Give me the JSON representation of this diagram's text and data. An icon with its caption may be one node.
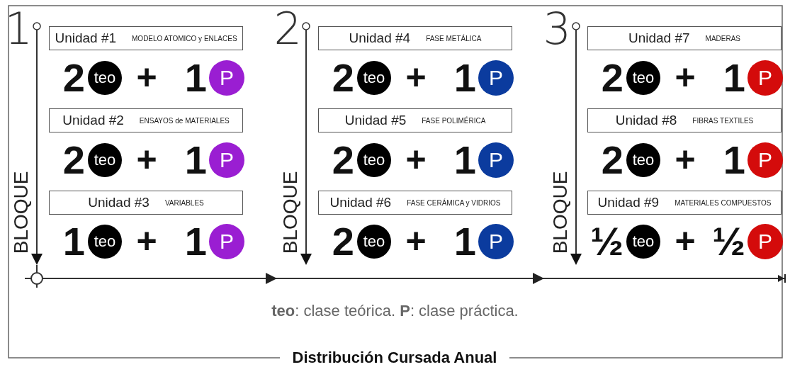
{
  "diagram": {
    "title": "Distribución Cursada Anual",
    "nodes": [
      {
        "text": [
          "Unidad #1",
          "MODELO ATOMICO y ENLACES"
        ]
      },
      {
        "text": [
          "teo"
        ],
        "beside": [
          "2"
        ]
      },
      {
        "text": [
          "P"
        ],
        "beside": [
          "1"
        ]
      },
      {
        "text": [
          "Unidad #2",
          "ENSAYOS de MATERIALES"
        ]
      },
      {
        "text": [
          "teo"
        ],
        "beside": [
          "2"
        ]
      },
      {
        "text": [
          "P"
        ],
        "beside": [
          "1"
        ]
      },
      {
        "text": [
          "Unidad #3",
          "VARIABLES"
        ]
      },
      {
        "text": [
          "teo"
        ],
        "beside": [
          "1"
        ]
      },
      {
        "text": [
          "P"
        ],
        "beside": [
          "1"
        ]
      },
      {
        "text": [
          "Unidad #4",
          "FASE METÁLICA"
        ]
      },
      {
        "text": [
          "teo"
        ],
        "beside": [
          "2"
        ]
      },
      {
        "text": [
          "P"
        ],
        "beside": [
          "1"
        ]
      },
      {
        "text": [
          "Unidad #5",
          "FASE POLIMÉRICA"
        ]
      },
      {
        "text": [
          "teo"
        ],
        "beside": [
          "2"
        ]
      },
      {
        "text": [
          "P"
        ],
        "beside": [
          "1"
        ]
      },
      {
        "text": [
          "Unidad #6",
          "FASE CERÁMICA y VIDRIOS"
        ]
      },
      {
        "text": [
          "teo"
        ],
        "beside": [
          "2"
        ]
      },
      {
        "text": [
          "P"
        ],
        "beside": [
          "1"
        ]
      },
      {
        "text": [
          "Unidad #7",
          "MADERAS"
        ]
      },
      {
        "text": [
          "teo"
        ],
        "beside": [
          "2"
        ]
      },
      {
        "text": [
          "P"
        ],
        "beside": [
          "1"
        ]
      },
      {
        "text": [
          "Unidad #8",
          "FIBRAS TEXTILES"
        ]
      },
      {
        "text": [
          "teo"
        ],
        "beside": [
          "2"
        ]
      },
      {
        "text": [
          "P"
        ],
        "beside": [
          "1"
        ]
      },
      {
        "text": [
          "Unidad #9",
          "MATERIALES COMPUESTOS"
        ]
      },
      {
        "text": [
          "teo"
        ],
        "beside": [
          "½"
        ]
      },
      {
        "text": [
          "P"
        ],
        "beside": [
          "½"
        ]
      }
    ],
    "labels": [
      "1",
      "BLOQUE",
      "+",
      "+",
      "+",
      "2",
      "BLOQUE",
      "+",
      "+",
      "+",
      "3",
      "BLOQUE",
      "+",
      "+",
      "+",
      "**teo**: clase teórica. **P**: clase práctica."
    ]
  }
}
